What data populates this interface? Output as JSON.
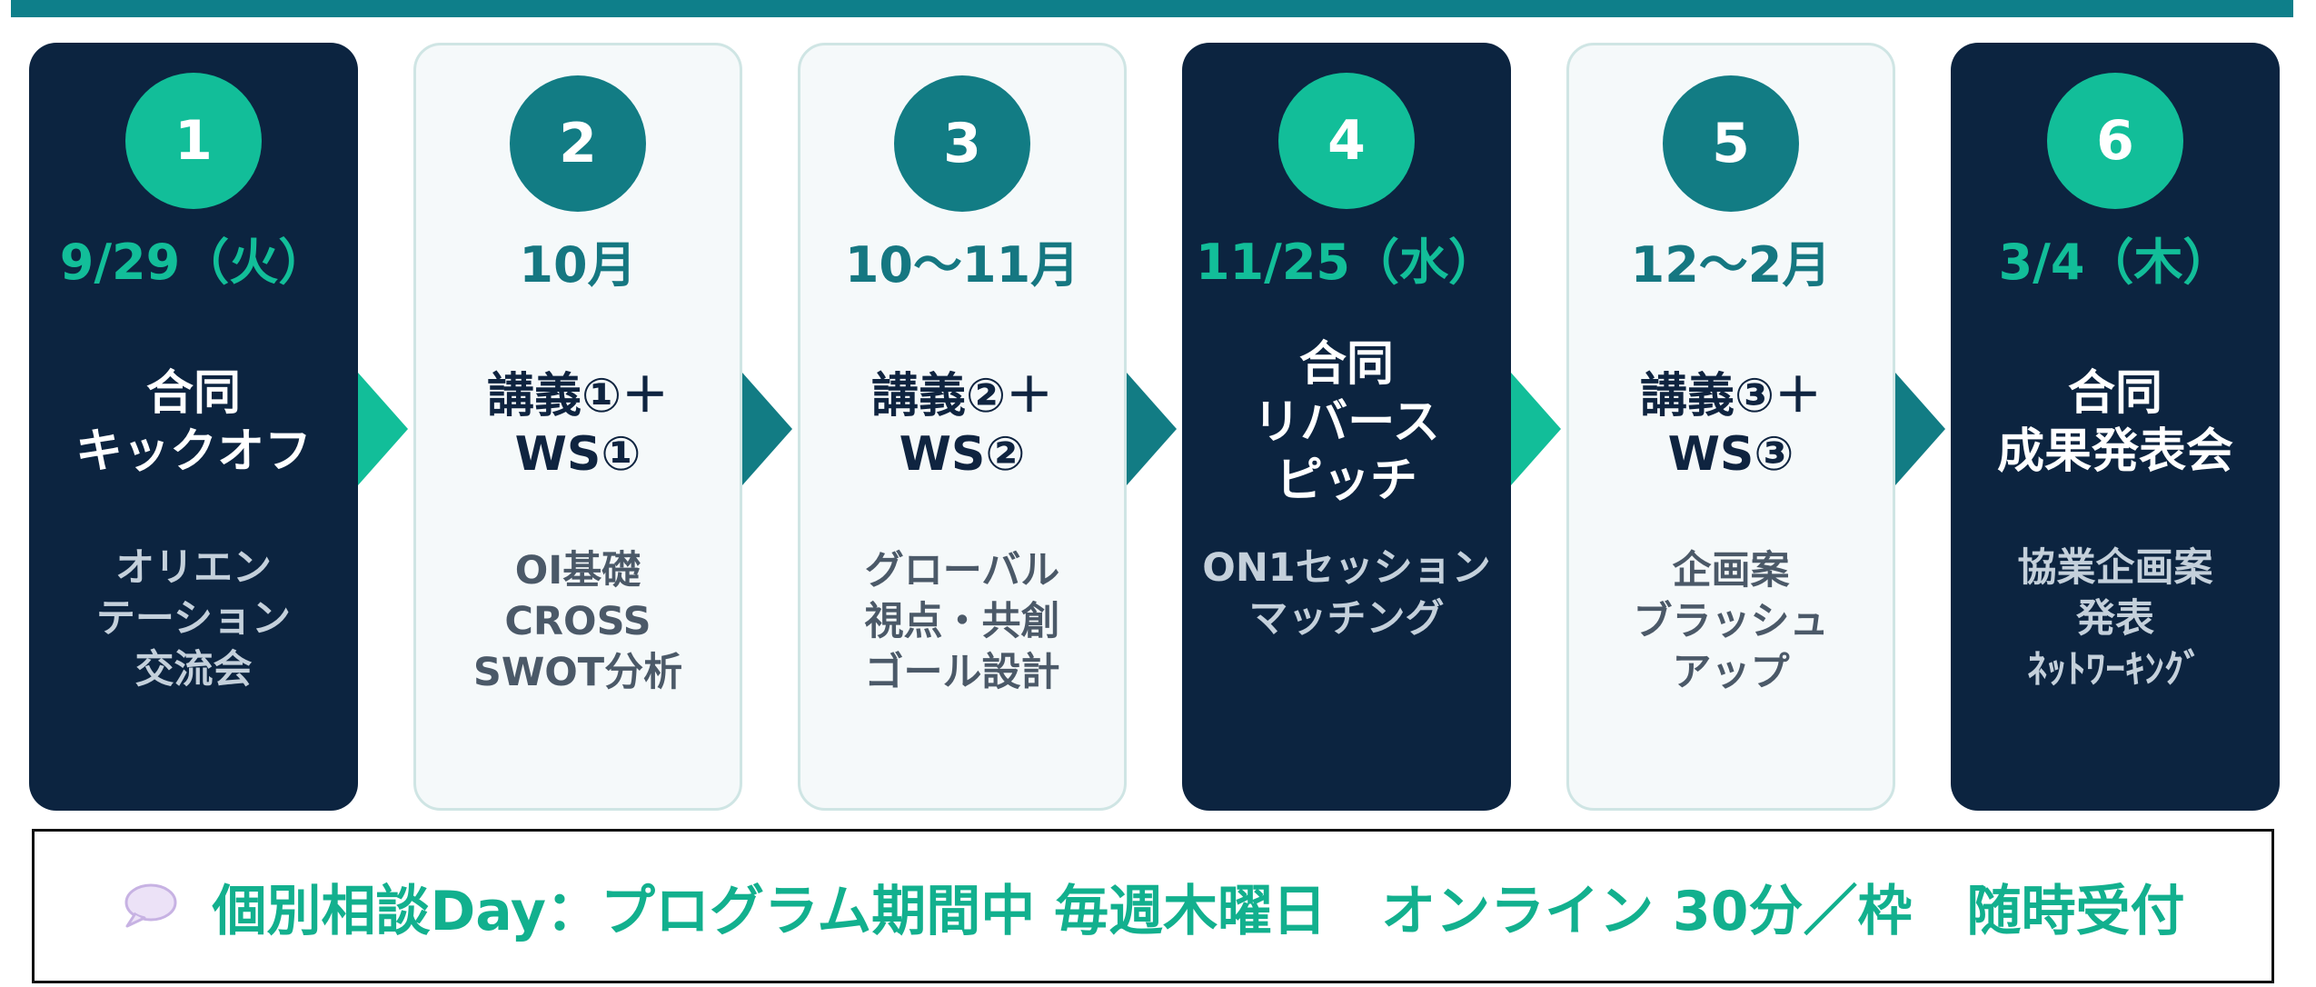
{
  "steps": [
    {
      "number": "1",
      "date": "9/29（火）",
      "title": [
        "合同",
        "キックオフ"
      ],
      "desc": [
        "オリエン",
        "テーション",
        "交流会"
      ]
    },
    {
      "number": "2",
      "date": "10月",
      "title": [
        "講義①＋",
        "WS①"
      ],
      "desc": [
        "OI基礎",
        "CROSS",
        "SWOT分析"
      ]
    },
    {
      "number": "3",
      "date": "10〜11月",
      "title": [
        "講義②＋",
        "WS②"
      ],
      "desc": [
        "グローバル",
        "視点・共創",
        "ゴール設計"
      ]
    },
    {
      "number": "4",
      "date": "11/25（水）",
      "title": [
        "合同",
        "リバース",
        "ピッチ"
      ],
      "desc": [
        "ON1セッション",
        "マッチング"
      ]
    },
    {
      "number": "5",
      "date": "12〜2月",
      "title": [
        "講義③＋",
        "WS③"
      ],
      "desc": [
        "企画案",
        "ブラッシュ",
        "アップ"
      ]
    },
    {
      "number": "6",
      "date": "3/4（木）",
      "title": [
        "合同",
        "成果発表会"
      ],
      "desc": [
        "協業企画案",
        "発表",
        "ﾈｯﾄﾜｰｷﾝｸﾞ"
      ]
    }
  ],
  "consultation": {
    "icon": "speech-bubble-icon",
    "text": "個別相談Day：プログラム期間中 毎週木曜日　オンライン 30分／枠　随時受付"
  },
  "colors": {
    "top_bar": "#0e7f8a",
    "dark_card": "#0c2440",
    "light_card": "#f5f9fa",
    "accent_green": "#12be99",
    "accent_teal": "#127c84"
  }
}
